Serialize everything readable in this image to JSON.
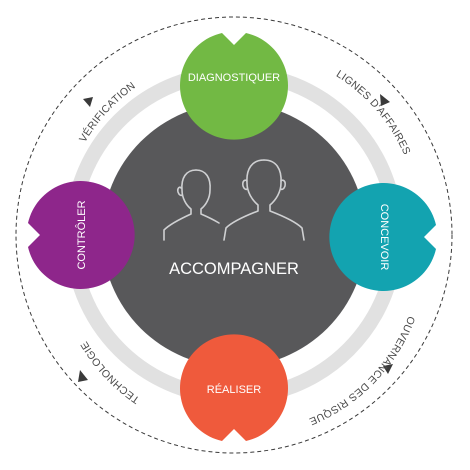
{
  "center": {
    "label": "ACCOMPAGNER",
    "icon": "two-people-icon"
  },
  "phases": [
    {
      "label": "DIAGNOSTIQUER",
      "color": "#72b944"
    },
    {
      "label": "CONCEVOIR",
      "color": "#13a3b0"
    },
    {
      "label": "RÉALISER",
      "color": "#ef5a3c"
    },
    {
      "label": "CONTRÔLER",
      "color": "#8e268b"
    }
  ],
  "outer_labels": {
    "top_left": "VÉRIFICATION",
    "top_right": "LIGNES D'AFFAIRES",
    "bottom_right": "GOUVERNANCE DES RISQUES",
    "bottom_left": "TECHNOLOGIE"
  },
  "colors": {
    "center_fill": "#58585a",
    "ring": "#e1e1e1",
    "dashed_circle": "#3a3a3a",
    "arrow": "#3a3a3a",
    "outer_text": "#4a4a4a"
  }
}
